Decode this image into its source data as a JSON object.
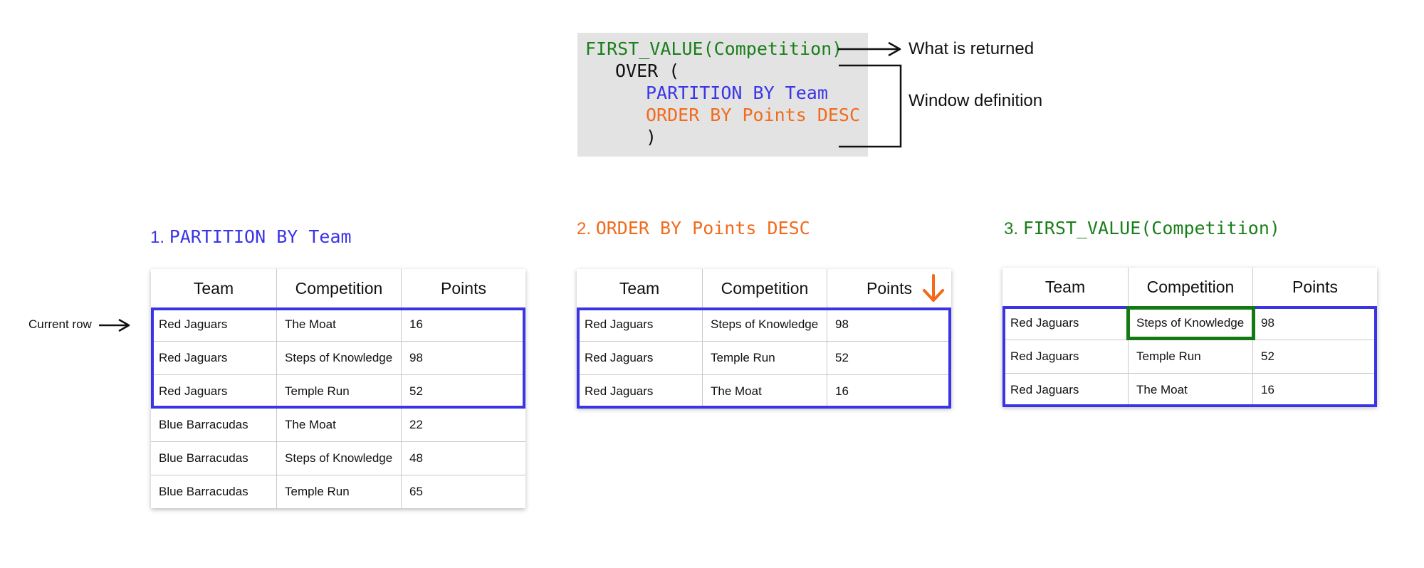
{
  "code": {
    "line1": "FIRST_VALUE(Competition)",
    "line2": "OVER (",
    "line3": "PARTITION BY Team",
    "line4": "ORDER BY Points DESC",
    "line5": ")"
  },
  "annotations": {
    "returned": "What is returned",
    "window": "Window definition"
  },
  "sections": [
    {
      "num": "1.",
      "title": "PARTITION BY Team"
    },
    {
      "num": "2.",
      "title": "ORDER BY Points DESC"
    },
    {
      "num": "3.",
      "title": "FIRST_VALUE(Competition)"
    }
  ],
  "current_row_label": "Current row",
  "headers": [
    "Team",
    "Competition",
    "Points"
  ],
  "table1": [
    [
      "Red Jaguars",
      "The Moat",
      "16"
    ],
    [
      "Red Jaguars",
      "Steps of Knowledge",
      "98"
    ],
    [
      "Red Jaguars",
      "Temple Run",
      "52"
    ],
    [
      "Blue Barracudas",
      "The Moat",
      "22"
    ],
    [
      "Blue Barracudas",
      "Steps of Knowledge",
      "48"
    ],
    [
      "Blue Barracudas",
      "Temple Run",
      "65"
    ]
  ],
  "table2": [
    [
      "Red Jaguars",
      "Steps of Knowledge",
      "98"
    ],
    [
      "Red Jaguars",
      "Temple Run",
      "52"
    ],
    [
      "Red Jaguars",
      "The Moat",
      "16"
    ]
  ],
  "table3": [
    [
      "Red Jaguars",
      "Steps of Knowledge",
      "98"
    ],
    [
      "Red Jaguars",
      "Temple Run",
      "52"
    ],
    [
      "Red Jaguars",
      "The Moat",
      "16"
    ]
  ],
  "colors": {
    "green": "#1a7f1a",
    "blue": "#3b34e6",
    "orange": "#f26a1b",
    "highlight": "#137a13"
  },
  "icons": {
    "sort_arrow": "arrow-down-icon",
    "current_row_arrow": "arrow-right-icon"
  }
}
